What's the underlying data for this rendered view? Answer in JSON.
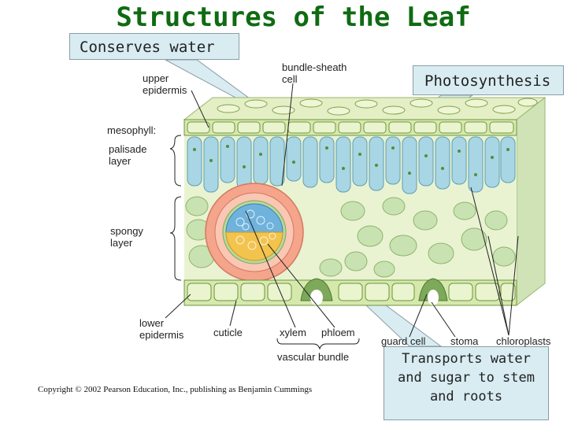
{
  "title": "Structures of the Leaf",
  "callouts": {
    "upper": "Conserves water",
    "right": "Photosynthesis",
    "bottom": [
      "Transports water",
      "and sugar to stem",
      "and roots"
    ]
  },
  "labels": {
    "upper_epidermis": [
      "upper",
      "epidermis"
    ],
    "bundle_sheath": [
      "bundle-sheath",
      "cell"
    ],
    "mesophyll": "mesophyll:",
    "palisade": [
      "palisade",
      "layer"
    ],
    "spongy": [
      "spongy",
      "layer"
    ],
    "lower_epidermis": [
      "lower",
      "epidermis"
    ],
    "cuticle": "cuticle",
    "xylem": "xylem",
    "phloem": "phloem",
    "vascular_bundle": "vascular bundle",
    "guard_cell": "guard cell",
    "stoma": "stoma",
    "chloroplasts": "chloroplasts"
  },
  "copyright": "Copyright © 2002 Pearson Education, Inc., publishing as Benjamin Cummings",
  "colors": {
    "title": "#0f6b12",
    "callout_bg": "#d8ecf2",
    "palisade": "#a9d6e4",
    "spongy": "#c9e2b2",
    "sheath": "#f4a58c",
    "xylem": "#6fb2dc",
    "phloem": "#f2c34d"
  }
}
